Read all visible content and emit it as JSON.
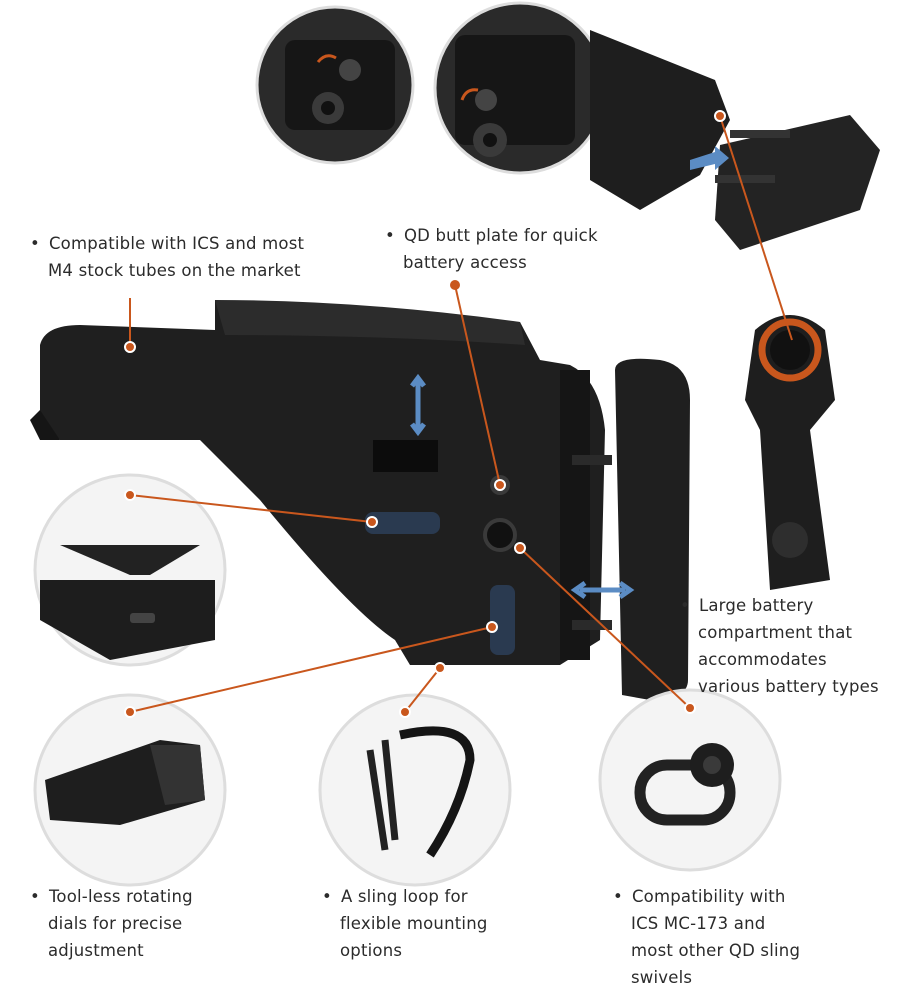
{
  "colors": {
    "accent": "#c9571d",
    "product": "#1c1c1c",
    "arrow": "#5b8cc4"
  },
  "callouts": {
    "tube": [
      "Compatible with ICS and most",
      "M4 stock tubes on the market"
    ],
    "buttplate": [
      "QD butt plate for quick",
      "battery access"
    ],
    "battery": [
      "Large battery",
      "compartment that",
      "accommodates",
      "various battery types"
    ],
    "dials": [
      "Tool-less rotating",
      "dials for precise",
      "adjustment"
    ],
    "sling": [
      "A sling loop for",
      "flexible mounting",
      "options"
    ],
    "qd": [
      "Compatibility with",
      "ICS MC-173 and",
      "most other QD sling",
      "swivels"
    ]
  }
}
